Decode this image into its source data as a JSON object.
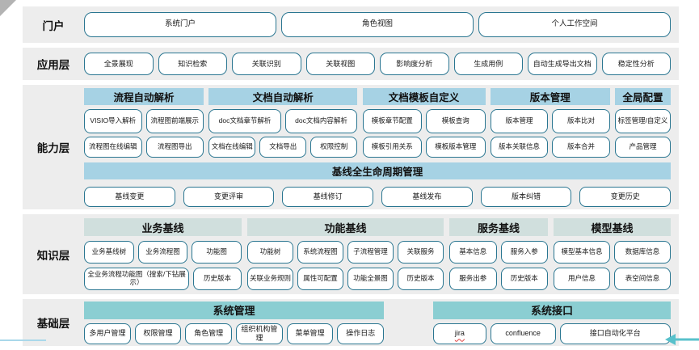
{
  "colors": {
    "band_bg": "#ededed",
    "capability_header": "#a6d2e4",
    "knowledge_header": "#d0dfdd",
    "foundation_header": "#8bced2",
    "button_border": "#2a7691",
    "arrow": "#58c1cb",
    "bottom_line": "#a9d8ea",
    "corner_fold": "#b3b3b3"
  },
  "layers": [
    {
      "id": "portal",
      "label": "门户",
      "items": [
        "系统门户",
        "角色视图",
        "个人工作空间"
      ]
    },
    {
      "id": "app",
      "label": "应用层",
      "items": [
        "全景展现",
        "知识检索",
        "关联识别",
        "关联视图",
        "影响度分析",
        "生成用例",
        "自动生成导出文档",
        "稳定性分析"
      ]
    },
    {
      "id": "capability",
      "label": "能力层",
      "groups": [
        {
          "title": "流程自动解析",
          "rows": [
            [
              "VISIO导入解析",
              "流程图前端展示"
            ],
            [
              "流程图在线编辑",
              "流程图导出"
            ]
          ]
        },
        {
          "title": "文档自动解析",
          "rows": [
            [
              "doc文档章节解析",
              "doc文档内容解析"
            ],
            [
              "文档在线编辑",
              "文档导出",
              "权限控制"
            ]
          ]
        },
        {
          "title": "文档模板自定义",
          "rows": [
            [
              "模板章节配置",
              "模板查询"
            ],
            [
              "模板引用关系",
              "模板版本管理"
            ]
          ]
        },
        {
          "title": "版本管理",
          "rows": [
            [
              "版本管理",
              "版本比对"
            ],
            [
              "版本关联信息",
              "版本合并"
            ]
          ]
        },
        {
          "title": "全局配置",
          "rows": [
            [
              "标签管理/自定义"
            ],
            [
              "产品管理"
            ]
          ]
        }
      ],
      "baseline": {
        "title": "基线全生命周期管理",
        "items": [
          "基线变更",
          "变更评审",
          "基线修订",
          "基线发布",
          "版本纠错",
          "变更历史"
        ]
      }
    },
    {
      "id": "knowledge",
      "label": "知识层",
      "groups": [
        {
          "title": "业务基线",
          "rows": [
            [
              "业务基线树",
              "业务流程图",
              "功能图"
            ],
            [
              {
                "label": "全业务流程功能图（搜索/下钻展示）",
                "style": "w23"
              },
              "历史版本"
            ]
          ]
        },
        {
          "title": "功能基线",
          "rows": [
            [
              "功能树",
              "系统流程图",
              "子流程管理",
              "关联服务"
            ],
            [
              "关联业务规则",
              "属性可配置",
              "功能全景图",
              "历史版本"
            ]
          ]
        },
        {
          "title": "服务基线",
          "rows": [
            [
              "基本信息",
              "服务入参"
            ],
            [
              "服务出参",
              "历史版本"
            ]
          ]
        },
        {
          "title": "模型基线",
          "rows": [
            [
              "模型基本信息",
              "数据库信息"
            ],
            [
              "用户信息",
              "表空间信息"
            ]
          ]
        }
      ]
    },
    {
      "id": "foundation",
      "label": "基础层",
      "groups": [
        {
          "title": "系统管理",
          "rows": [
            [
              "多用户管理",
              "权限管理",
              "角色管理",
              "组织机构管理",
              "菜单管理",
              "操作日志"
            ]
          ]
        },
        {
          "title": "系统接口",
          "rows": [
            [
              {
                "label": "jira",
                "style": "jira"
              },
              {
                "label": "confluence",
                "style": "w12"
              },
              {
                "label": "接口自动化平台",
                "style": "w22"
              }
            ]
          ]
        }
      ]
    }
  ]
}
